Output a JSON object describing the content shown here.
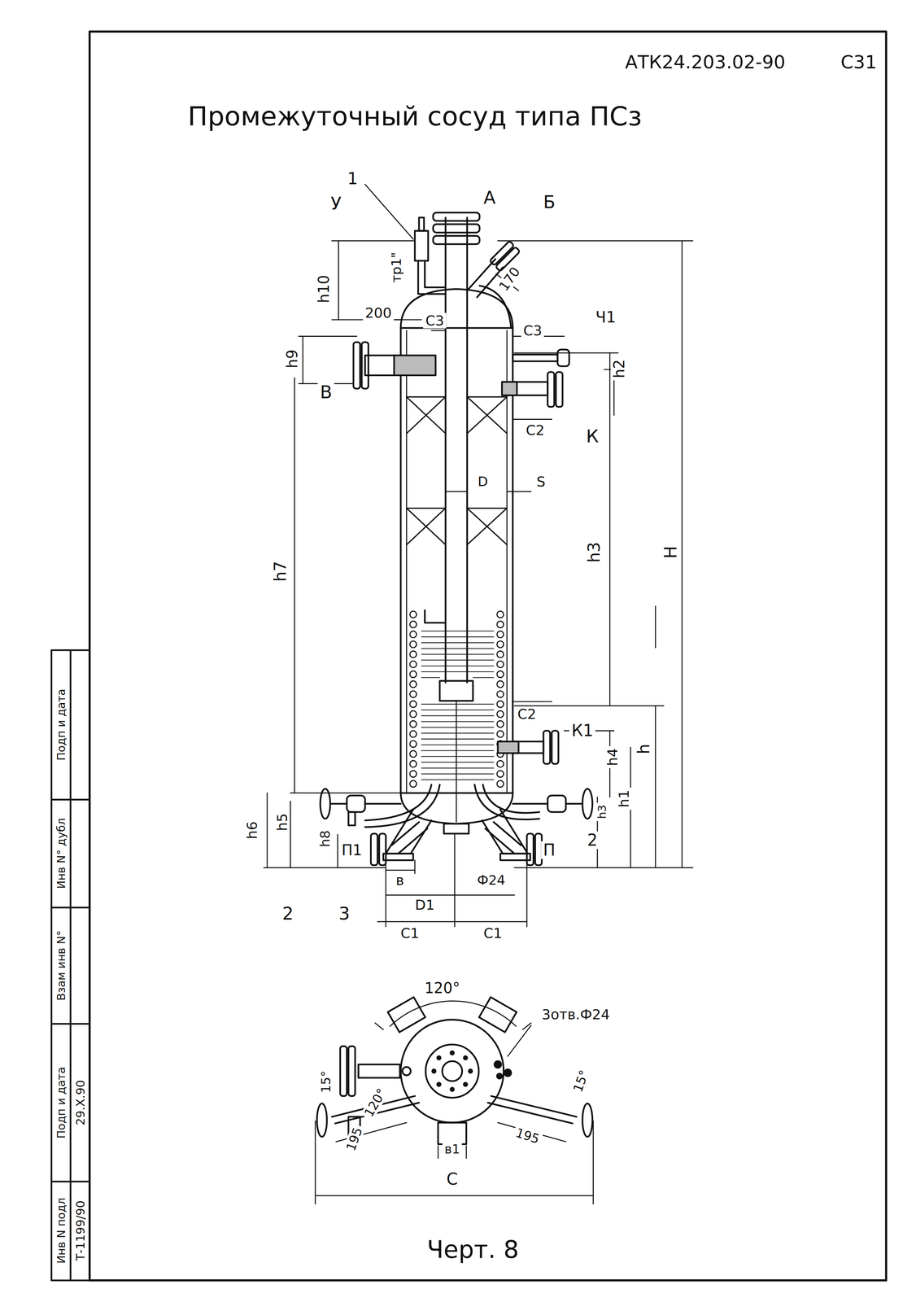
{
  "diagram": {
    "title": "Промежуточный сосуд типа ПСз",
    "caption": "Черт. 8",
    "labels": [
      "АТК24.203.02-90",
      "С31",
      "1",
      "У",
      "А",
      "Б",
      "тр1\"",
      "h10",
      "200",
      "С3",
      "170",
      "С3",
      "Ч1",
      "h9",
      "В",
      "h2",
      "К",
      "С2",
      "D",
      "S",
      "h7",
      "h3",
      "Н",
      "С2",
      "К1",
      "h",
      "h4",
      "h1",
      "h6",
      "h5",
      "h8",
      "П1",
      "h3",
      "2",
      "П",
      "в",
      "D1",
      "Ф24",
      "2",
      "3",
      "С1",
      "С1",
      "120°",
      "3отв.Ф24",
      "15°",
      "120°",
      "195",
      "195",
      "15°",
      "в1",
      "С",
      "Инв N подл",
      "Подп и дата",
      "Взам инв N°",
      "Инв N° дубл",
      "Подп и дата",
      "Т-1199/90",
      "29.X.90"
    ]
  }
}
